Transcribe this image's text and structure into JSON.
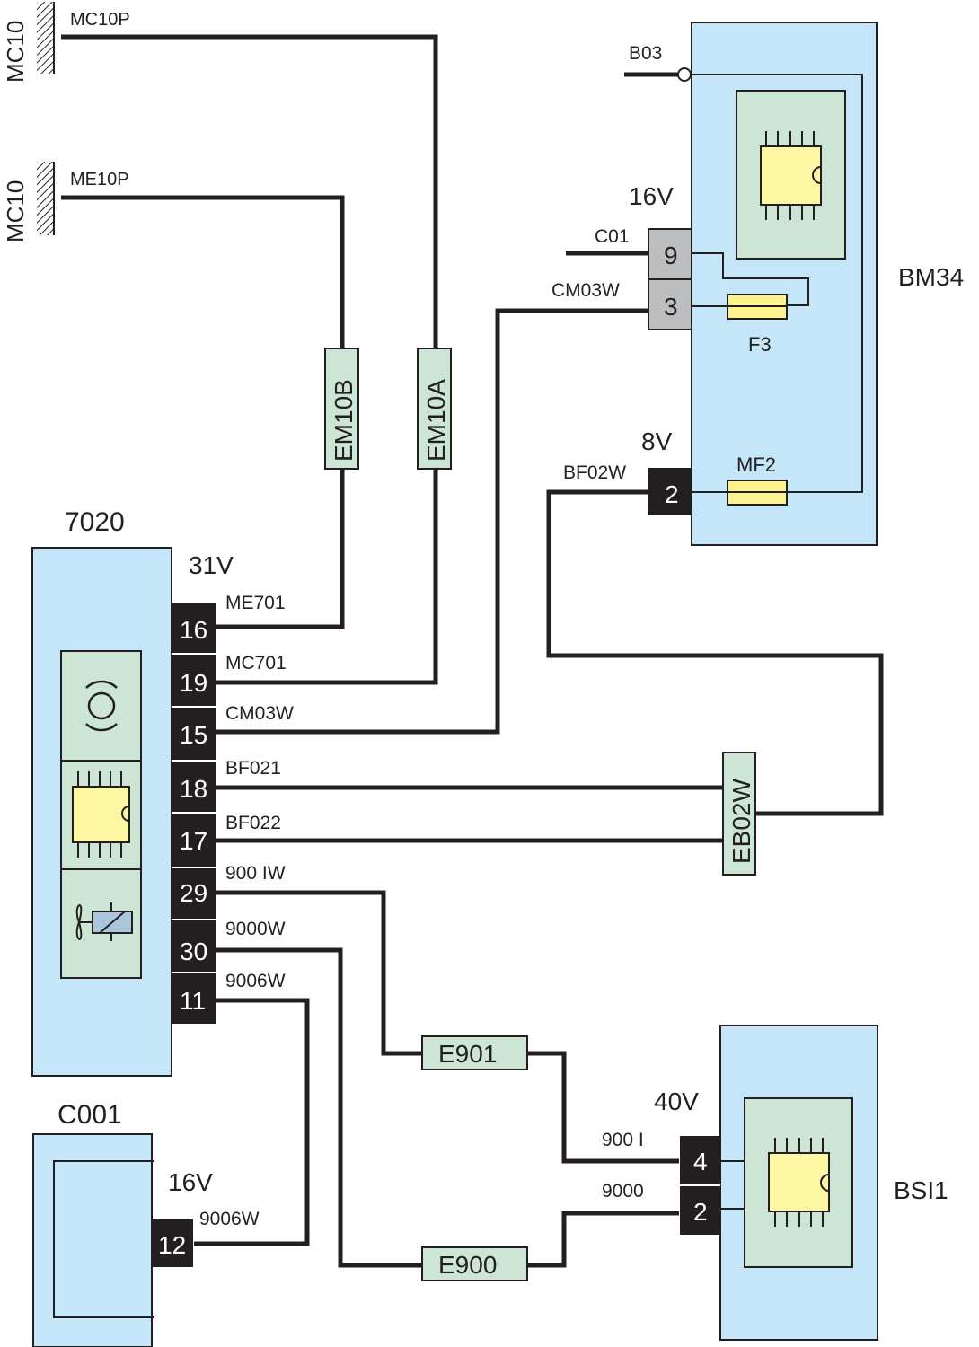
{
  "diagram": {
    "type": "automotive wiring diagram",
    "grounds": [
      {
        "id": "ground-mc10-top",
        "label": "MC10",
        "wire": "MC10P"
      },
      {
        "id": "ground-mc10-bottom",
        "label": "MC10",
        "wire": "ME10P"
      }
    ],
    "splices": {
      "em10b": "EM10B",
      "em10a": "EM10A",
      "eb02w": "EB02W",
      "e901": "E901",
      "e900": "E900"
    },
    "components": {
      "bm34": {
        "name": "BM34",
        "connector_a": {
          "voltage": "16V",
          "pins": [
            "9",
            "3"
          ],
          "wires": [
            "C01",
            "CM03W"
          ]
        },
        "connector_b": {
          "voltage": "8V",
          "pins": [
            "2"
          ],
          "wires": [
            "BF02W"
          ]
        },
        "input_wire": "B03",
        "fuses": [
          "F3",
          "MF2"
        ]
      },
      "c7020": {
        "name": "7020",
        "voltage": "31V",
        "pins": [
          {
            "pin": "16",
            "wire": "ME701"
          },
          {
            "pin": "19",
            "wire": "MC701"
          },
          {
            "pin": "15",
            "wire": "CM03W"
          },
          {
            "pin": "18",
            "wire": "BF021"
          },
          {
            "pin": "17",
            "wire": "BF022"
          },
          {
            "pin": "29",
            "wire": "900 IW"
          },
          {
            "pin": "30",
            "wire": "9000W"
          },
          {
            "pin": "11",
            "wire": "9006W"
          }
        ],
        "symbols": [
          "brake-disc-icon",
          "chip-icon",
          "fan-relay-icon"
        ]
      },
      "c001": {
        "name": "C001",
        "voltage": "16V",
        "pins": [
          {
            "pin": "12",
            "wire": "9006W"
          }
        ]
      },
      "bsi1": {
        "name": "BSI1",
        "voltage": "40V",
        "pins": [
          {
            "pin": "4",
            "wire": "900 I"
          },
          {
            "pin": "2",
            "wire": "9000"
          }
        ]
      }
    }
  }
}
